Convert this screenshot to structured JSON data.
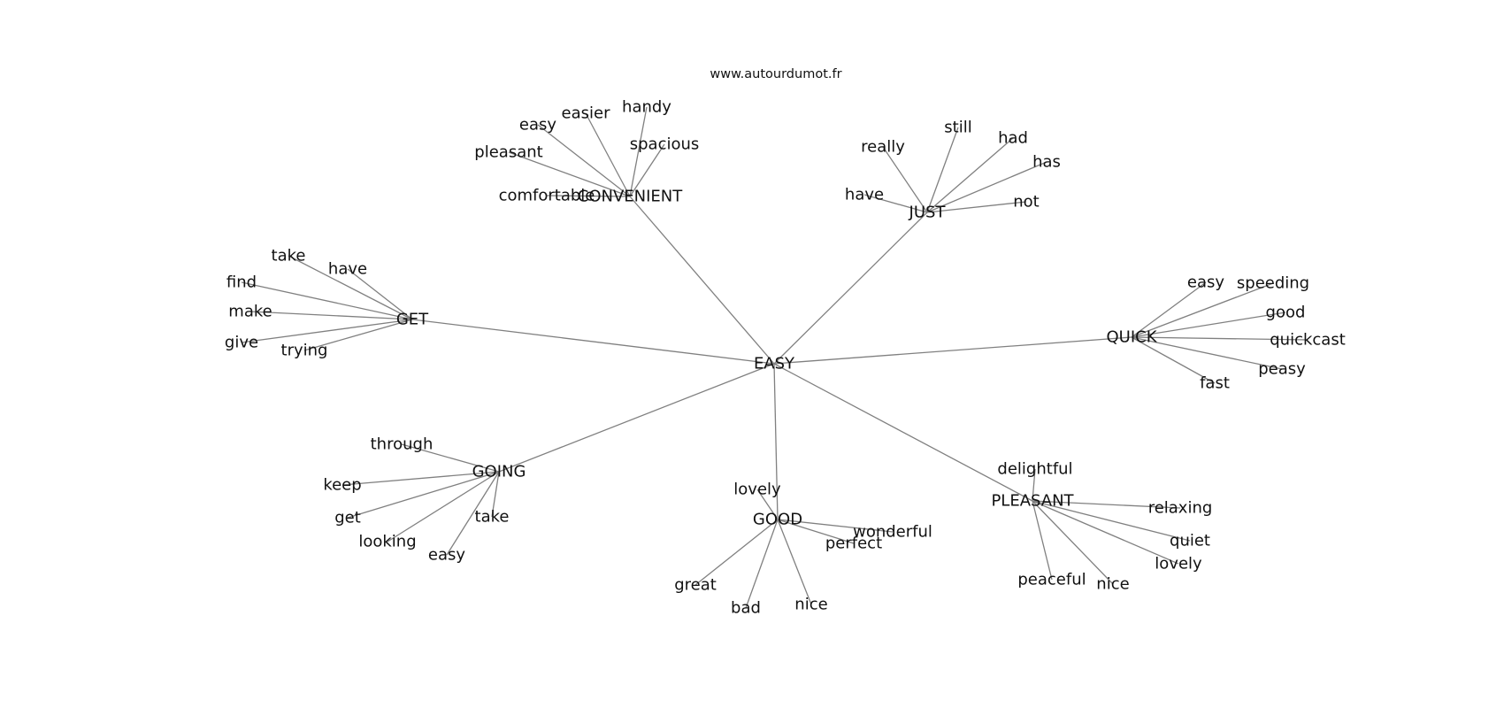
{
  "header": {
    "site": "www.autourdumot.fr"
  },
  "graph": {
    "center": "EASY",
    "hubs": [
      {
        "id": "convenient",
        "label": "CONVENIENT",
        "words": [
          "comfortable",
          "pleasant",
          "easy",
          "easier",
          "handy",
          "spacious"
        ]
      },
      {
        "id": "just",
        "label": "JUST",
        "words": [
          "have",
          "really",
          "still",
          "had",
          "has",
          "not"
        ]
      },
      {
        "id": "get",
        "label": "GET",
        "words": [
          "take",
          "have",
          "find",
          "make",
          "give",
          "trying"
        ]
      },
      {
        "id": "quick",
        "label": "QUICK",
        "words": [
          "easy",
          "speeding",
          "good",
          "quickcast",
          "peasy",
          "fast"
        ]
      },
      {
        "id": "going",
        "label": "GOING",
        "words": [
          "through",
          "keep",
          "get",
          "looking",
          "easy",
          "take"
        ]
      },
      {
        "id": "good",
        "label": "GOOD",
        "words": [
          "lovely",
          "wonderful",
          "perfect",
          "great",
          "bad",
          "nice"
        ]
      },
      {
        "id": "pleasant",
        "label": "PLEASANT",
        "words": [
          "delightful",
          "relaxing",
          "quiet",
          "lovely",
          "nice",
          "peaceful"
        ]
      }
    ]
  }
}
